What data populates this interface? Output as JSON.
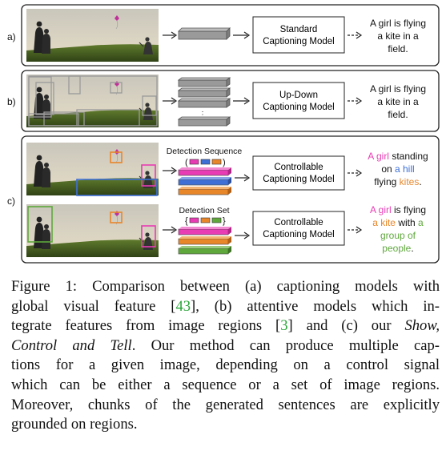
{
  "figure": {
    "panels": [
      {
        "label": "a)",
        "model": [
          "Standard",
          "Captioning Model"
        ],
        "caption_lines": [
          "A girl is flying",
          "a kite in a",
          "field."
        ]
      },
      {
        "label": "b)",
        "model": [
          "Up-Down",
          "Captioning Model"
        ],
        "caption_lines": [
          "A girl is flying",
          "a kite in a",
          "field."
        ],
        "ellipsis": "⋮"
      },
      {
        "label": "c)",
        "rows": [
          {
            "control_title": "Detection Sequence",
            "control_bracket_open": "(",
            "control_bracket_close": ")",
            "model": [
              "Controllable",
              "Captioning Model"
            ],
            "caption_lines": [
              [
                {
                  "t": "A girl",
                  "c": "pink"
                },
                {
                  "t": " standing",
                  "c": "black"
                }
              ],
              [
                {
                  "t": "on ",
                  "c": "black"
                },
                {
                  "t": "a hill",
                  "c": "blue"
                }
              ],
              [
                {
                  "t": "flying ",
                  "c": "black"
                },
                {
                  "t": "kites",
                  "c": "orange"
                },
                {
                  "t": ".",
                  "c": "black"
                }
              ]
            ]
          },
          {
            "control_title": "Detection Set",
            "control_bracket_open": "{",
            "control_bracket_close": "}",
            "model": [
              "Controllable",
              "Captioning Model"
            ],
            "caption_lines": [
              [
                {
                  "t": "A girl",
                  "c": "pink"
                },
                {
                  "t": " is flying",
                  "c": "black"
                }
              ],
              [
                {
                  "t": "a kite",
                  "c": "orange"
                },
                {
                  "t": " with ",
                  "c": "black"
                },
                {
                  "t": "a",
                  "c": "green"
                }
              ],
              [
                {
                  "t": "group of",
                  "c": "green"
                }
              ],
              [
                {
                  "t": "people",
                  "c": "green"
                },
                {
                  "t": ".",
                  "c": "black"
                }
              ]
            ]
          }
        ]
      }
    ],
    "colors": {
      "pink": "#e83cb4",
      "orange": "#e8862a",
      "blue": "#3d6fd6",
      "green": "#5fa83c",
      "black": "#111111",
      "feature_gray": "#9a9a9a"
    }
  },
  "caption": {
    "lines": [
      [
        {
          "t": "Figure 1: Comparison between (a) captioning models with"
        }
      ],
      [
        {
          "t": "global visual feature ["
        },
        {
          "t": "43",
          "cls": "cite"
        },
        {
          "t": "], (b) attentive models which in-"
        }
      ],
      [
        {
          "t": "tegrate features from image regions ["
        },
        {
          "t": "3",
          "cls": "cite"
        },
        {
          "t": "] and (c) our "
        },
        {
          "t": "Show,",
          "cls": "ital"
        }
      ],
      [
        {
          "t": "Control and Tell",
          "cls": "ital"
        },
        {
          "t": ".  Our method can produce multiple cap-"
        }
      ],
      [
        {
          "t": "tions for a given image, depending on a control signal"
        }
      ],
      [
        {
          "t": "which can be either a sequence or a set of image regions."
        }
      ],
      [
        {
          "t": "Moreover, chunks of the generated sentences are explicitly"
        }
      ],
      [
        {
          "t": "grounded on regions."
        }
      ]
    ]
  }
}
